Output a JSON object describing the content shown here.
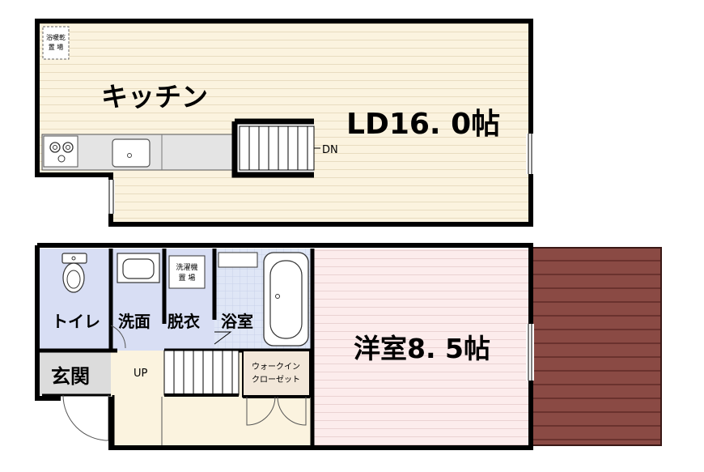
{
  "upper_floor": {
    "small_label_top": "浴暖乾",
    "small_label_bottom": "置 場",
    "kitchen_label": "キッチン",
    "ld_label": "LD16. 0帖",
    "stair_label": "DN"
  },
  "lower_floor": {
    "toilet_label": "トイレ",
    "washroom_label": "洗面",
    "dressing_label": "脱衣",
    "bath_label": "浴室",
    "laundry_label_top": "洗濯機",
    "laundry_label_bottom": "置 場",
    "entrance_label": "玄関",
    "stair_label": "UP",
    "closet_label_top": "ウォークイン",
    "closet_label_bottom": "クローゼット",
    "bedroom_label": "洋室8. 5帖"
  },
  "colors": {
    "wall": "#000000",
    "floor_wood": "#fbf3df",
    "floor_wood_lines": "#e8dcc0",
    "wet_area": "#d8def4",
    "bath_tile": "#dfe6f6",
    "bedroom_floor": "#fcecec",
    "bedroom_lines": "#ead2d2",
    "balcony": "#8a4a44",
    "balcony_lines": "#6a302c",
    "closet": "#f2e7d9",
    "entrance": "#dcdcdc",
    "counter": "#e4e4e4"
  }
}
